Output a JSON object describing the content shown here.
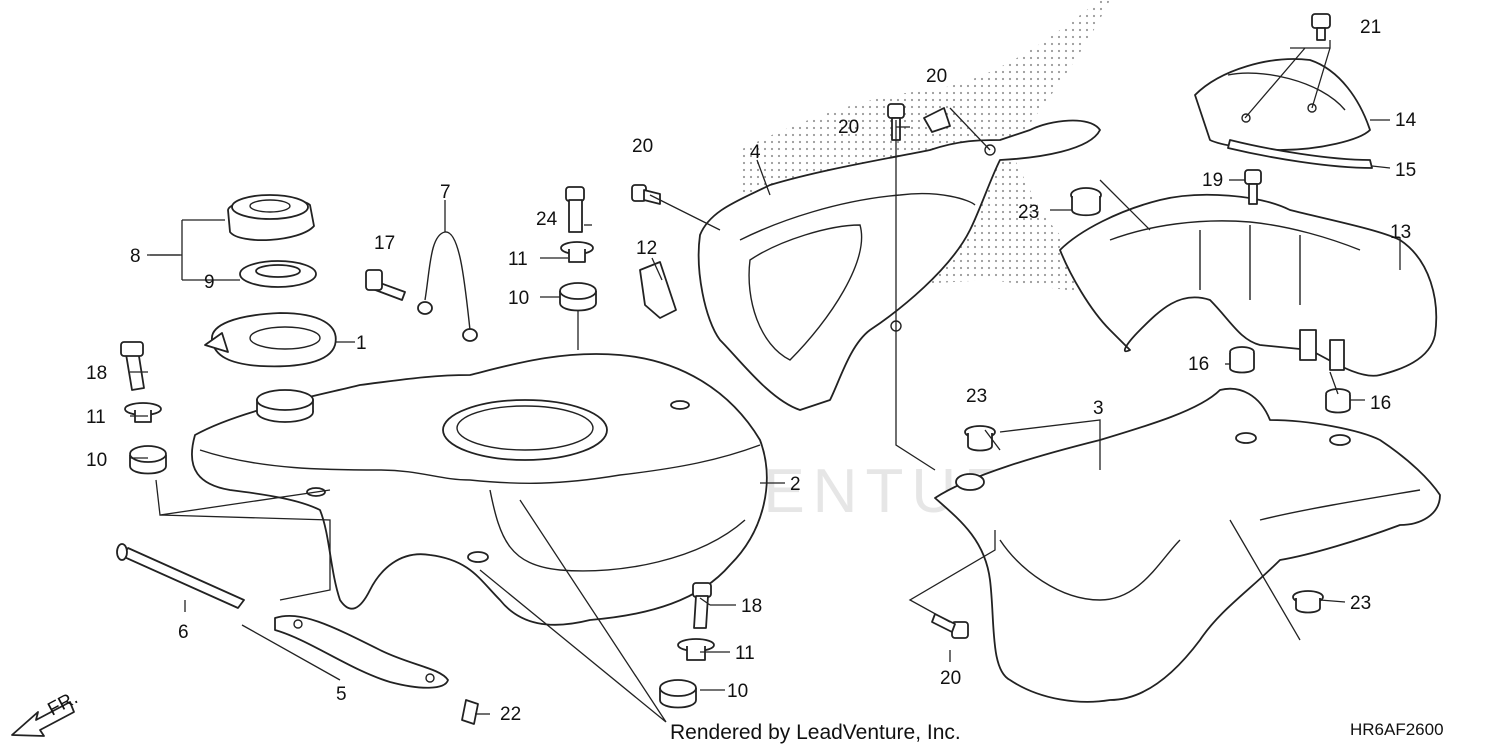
{
  "diagram": {
    "reference_code": "HR6AF2600",
    "render_credit": "Rendered by LeadVenture, Inc.",
    "watermark": "LEADVENTURE",
    "front_indicator": "FR.",
    "callouts": [
      "1",
      "2",
      "3",
      "4",
      "5",
      "6",
      "7",
      "8",
      "9",
      "10",
      "11",
      "12",
      "13",
      "14",
      "15",
      "16",
      "17",
      "18",
      "19",
      "20",
      "21",
      "22",
      "23",
      "24"
    ]
  },
  "colors": {
    "line": "#222222",
    "background": "#ffffff",
    "halftone": "#9a9a9a"
  }
}
